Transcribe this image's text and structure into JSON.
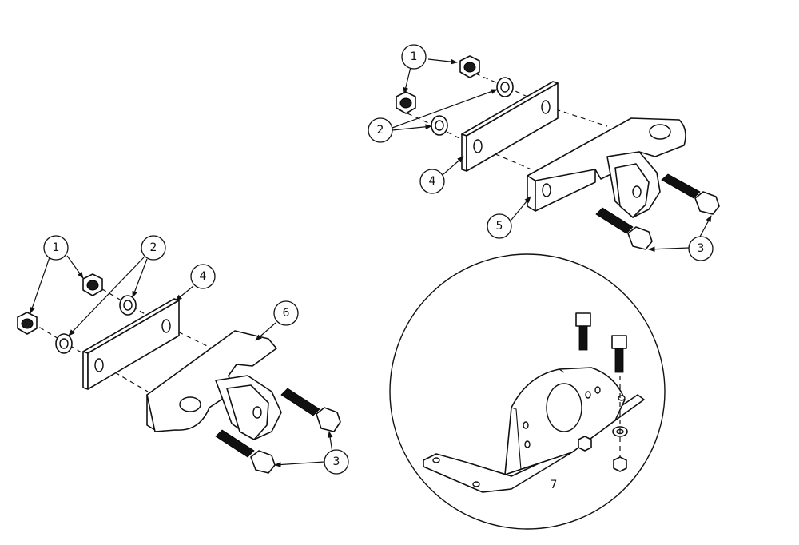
{
  "balloons": {
    "top": {
      "n1": "1",
      "n2": "2",
      "n3": "3",
      "n4": "4",
      "n5": "5"
    },
    "left": {
      "n1": "1",
      "n2": "2",
      "n3": "3",
      "n4": "4",
      "n6": "6"
    },
    "detail": {
      "n7": "7"
    }
  },
  "icons": [
    "hex-nut-icon",
    "washer-icon",
    "hex-bolt-icon",
    "mounting-plate-icon",
    "bracket-icon",
    "motor-mount-icon"
  ]
}
